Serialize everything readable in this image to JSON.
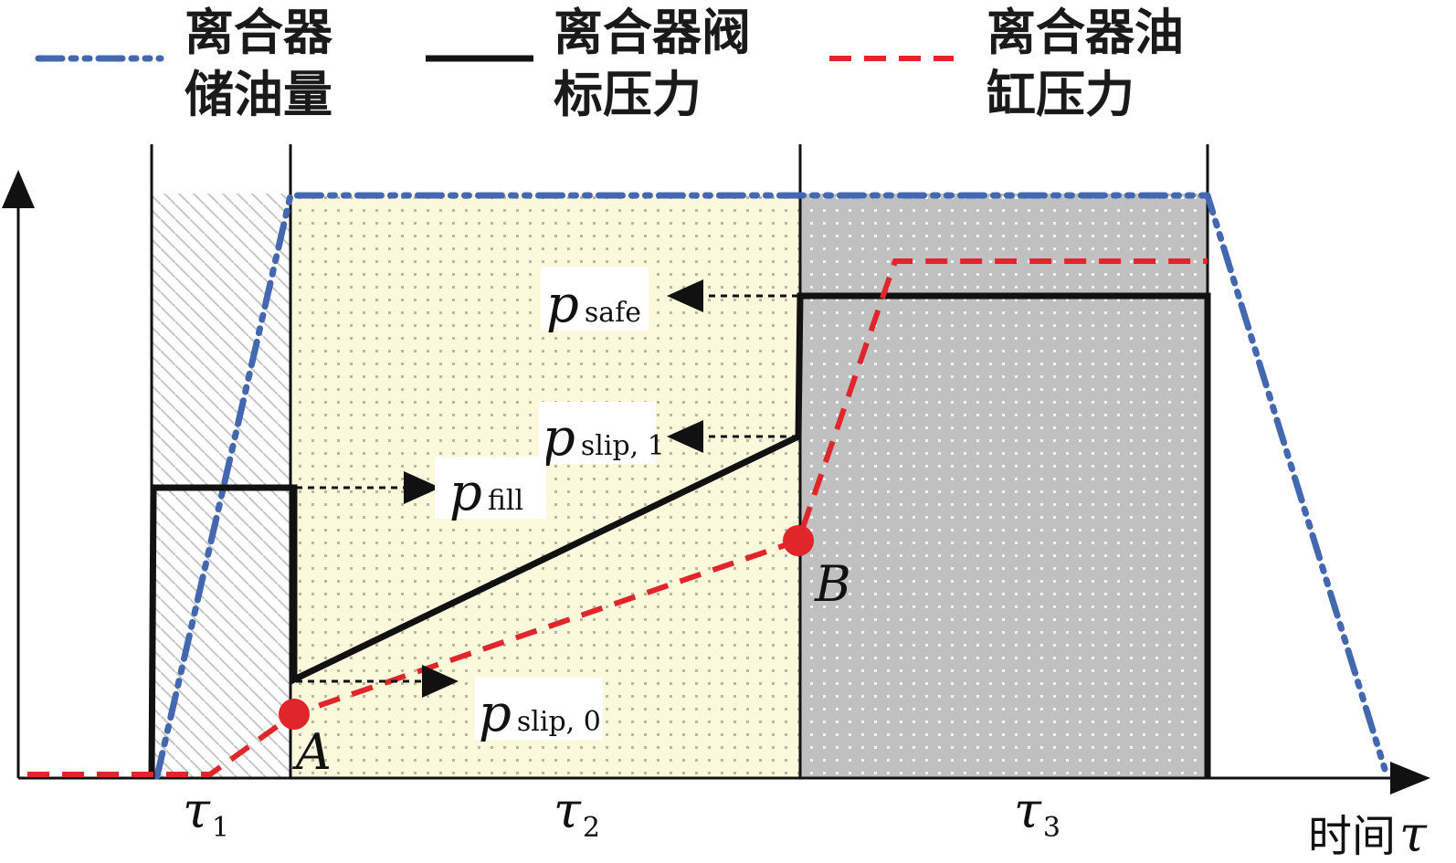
{
  "legend": [
    {
      "line1": "离合器",
      "line2": "储油量",
      "style": "dash-dot",
      "color": "#4468b0"
    },
    {
      "line1": "离合器阀",
      "line2": "标压力",
      "style": "solid",
      "color": "#111111"
    },
    {
      "line1": "离合器油",
      "line2": "缸压力",
      "style": "dashed",
      "color": "#e0262b"
    }
  ],
  "pressure_labels": {
    "safe": {
      "main": "p",
      "sub": "safe"
    },
    "slip1": {
      "main": "p",
      "sub": "slip, 1"
    },
    "fill": {
      "main": "p",
      "sub": "fill"
    },
    "slip0": {
      "main": "p",
      "sub": "slip, 0"
    }
  },
  "phases": [
    {
      "main": "τ",
      "sub": "1"
    },
    {
      "main": "τ",
      "sub": "2"
    },
    {
      "main": "τ",
      "sub": "3"
    }
  ],
  "points": {
    "a": "A",
    "b": "B"
  },
  "axis": {
    "x_label": "时间",
    "x_symbol": "τ"
  },
  "colors": {
    "blue": "#4468b0",
    "red": "#e0262b",
    "black": "#111111",
    "phase2_fill": "#fbf8dc",
    "phase3_fill": "#c0c0c0"
  }
}
